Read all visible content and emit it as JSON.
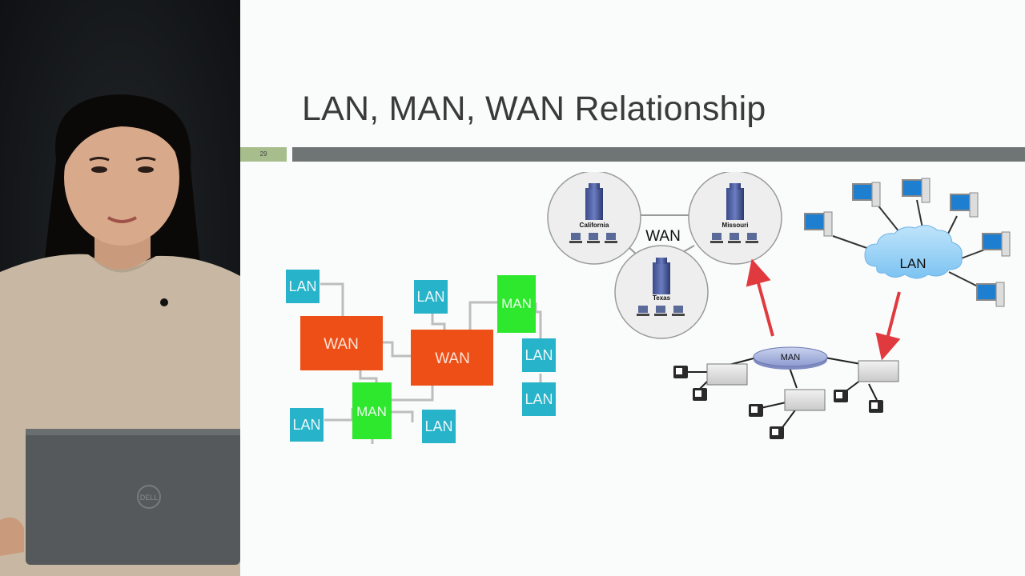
{
  "slide": {
    "title": "LAN, MAN, WAN Relationship",
    "page_number": "29"
  },
  "left_diagram": {
    "lan_label": "LAN",
    "man_label": "MAN",
    "wan_label": "WAN",
    "colors": {
      "lan": "#27b3c9",
      "man": "#2ee82e",
      "wan": "#ee4f16",
      "link": "#bdbdbd"
    }
  },
  "right_diagram": {
    "wan_label": "WAN",
    "sites": [
      "California",
      "Missouri",
      "Texas"
    ],
    "lan_cloud_label": "LAN",
    "man_label": "MAN",
    "arrow_color": "#e03a3e"
  }
}
